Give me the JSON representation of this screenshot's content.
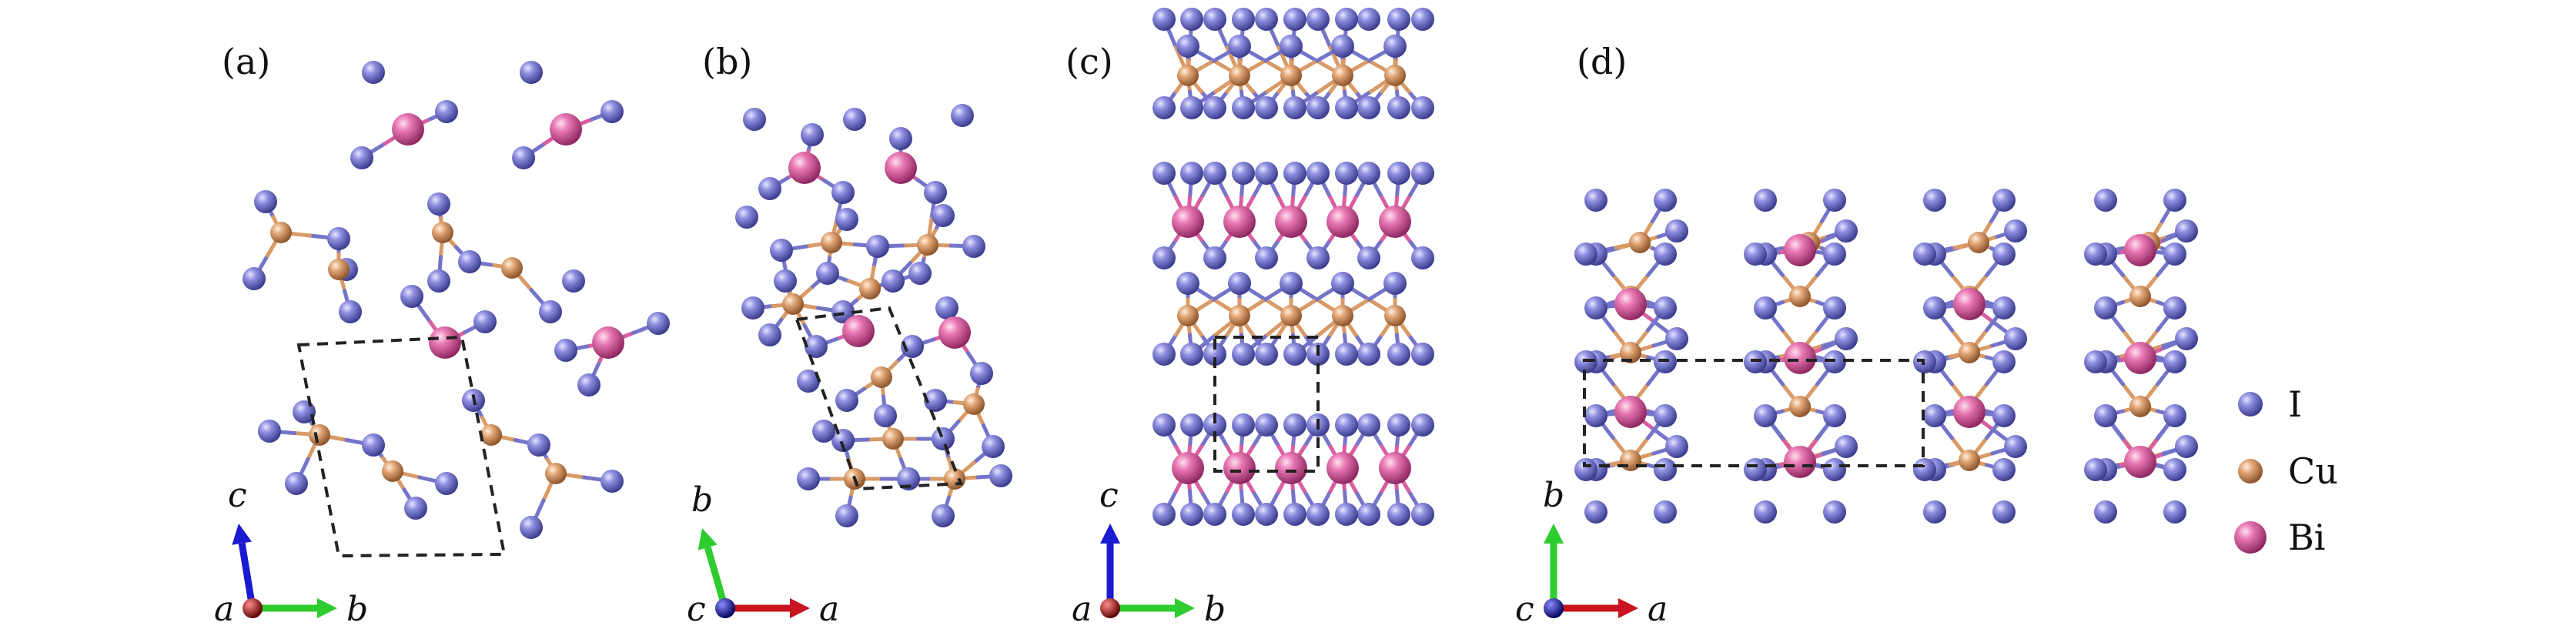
{
  "panels": [
    {
      "label": "(a)",
      "axes": {
        "origin": "a",
        "up": "c",
        "right": "b"
      }
    },
    {
      "label": "(b)",
      "axes": {
        "origin": "c",
        "up": "b",
        "right": "a"
      }
    },
    {
      "label": "(c)",
      "axes": {
        "origin": "a",
        "up": "c",
        "right": "b"
      }
    },
    {
      "label": "(d)",
      "axes": {
        "origin": "c",
        "up": "b",
        "right": "a"
      }
    }
  ],
  "legend": [
    {
      "element": "I",
      "color": "#7474c9"
    },
    {
      "element": "Cu",
      "color": "#d99a66"
    },
    {
      "element": "Bi",
      "color": "#d95ea0"
    }
  ],
  "colors": {
    "iodine": "#7474c9",
    "copper": "#d99a66",
    "bismuth": "#d95ea0",
    "axis_red": "#c8141e",
    "axis_green": "#2ecc2e",
    "axis_blue": "#1a1ad0",
    "origin_red": "#8b0f14",
    "origin_blue": "#161696"
  }
}
